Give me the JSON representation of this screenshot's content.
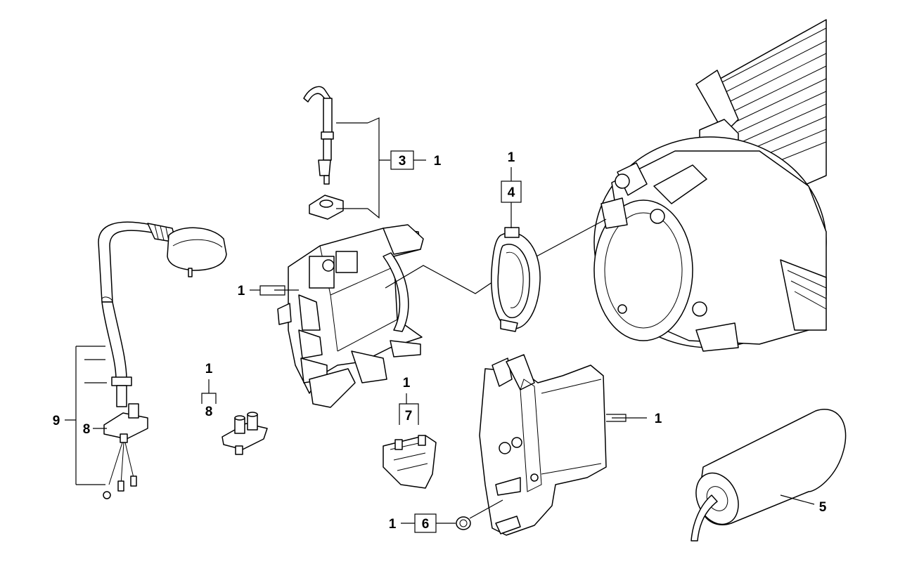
{
  "callouts": {
    "c1_top_ref": "1",
    "c3_num": "3",
    "c3_ref": "1",
    "c4_num": "4",
    "c4_ref": "1",
    "c1_left_ref": "1",
    "c9_num": "9",
    "c8_left_num": "8",
    "c8_mid_num": "8",
    "c8_mid_ref": "1",
    "c7_num": "7",
    "c7_ref": "1",
    "c1_right_ref": "1",
    "c6_num": "6",
    "c6_ref": "1",
    "c5_num": "5"
  },
  "icons": {
    "plug": "power-plug-icon",
    "switch_rod": "switch-rod-icon",
    "gasket": "seal-gasket-icon",
    "housing": "switch-housing-icon",
    "motor": "motor-icon",
    "capacitor": "capacitor-icon",
    "terminal": "terminal-block-icon",
    "clip": "clip-icon",
    "nut": "nut-icon"
  }
}
